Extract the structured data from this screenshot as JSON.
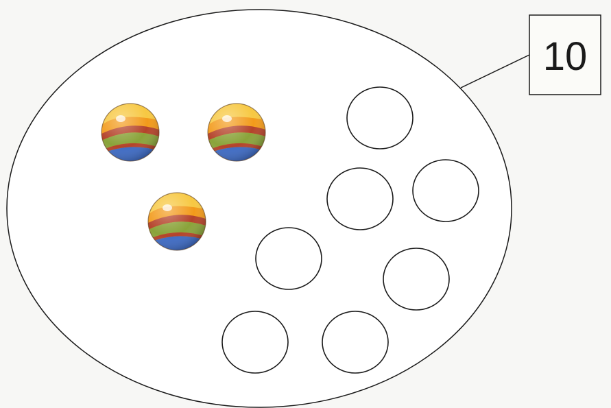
{
  "worksheet": {
    "number_box": {
      "label": "10"
    },
    "balls": {
      "count": 3
    },
    "empty_circles": {
      "count": 7
    }
  },
  "colors": {
    "paper": "#f7f7f5",
    "outline": "#1a1a1a",
    "ball_orange": "#f29a1a",
    "ball_yellow": "#f7c842",
    "ball_green": "#8aa33a",
    "ball_red": "#b4432a",
    "ball_blue": "#3d6ac4"
  }
}
